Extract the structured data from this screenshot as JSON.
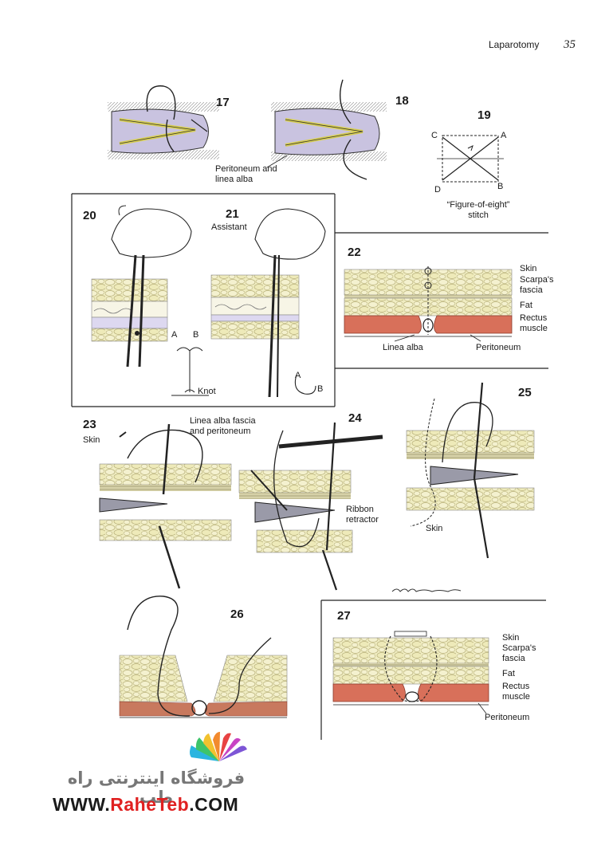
{
  "header": {
    "title": "Laparotomy",
    "page_number": "35"
  },
  "figures": {
    "f17": {
      "number": "17"
    },
    "f18": {
      "number": "18",
      "label": "Peritoneum and\nlinea alba"
    },
    "f19": {
      "number": "19",
      "corners": [
        "C",
        "A",
        "D",
        "B"
      ],
      "caption": "“Figure-of-eight”\nstitch"
    },
    "f20": {
      "number": "20",
      "labels": [
        "A",
        "B",
        "Knot"
      ]
    },
    "f21": {
      "number": "21",
      "label": "Assistant",
      "labels": [
        "A",
        "B"
      ]
    },
    "f22": {
      "number": "22",
      "layers": [
        "Skin",
        "Scarpa's\nfascia",
        "Fat",
        "Rectus\nmuscle",
        "Peritoneum"
      ],
      "label": "Linea alba"
    },
    "f23": {
      "number": "23",
      "labels": [
        "Skin",
        "Linea alba fascia\nand peritoneum"
      ]
    },
    "f24": {
      "number": "24",
      "label": "Ribbon\nretractor"
    },
    "f25": {
      "number": "25",
      "label": "Skin"
    },
    "f26": {
      "number": "26"
    },
    "f27": {
      "number": "27",
      "layers": [
        "Skin",
        "Scarpa's\nfascia",
        "Fat",
        "Rectus\nmuscle",
        "Peritoneum"
      ]
    }
  },
  "watermark": {
    "persian": "فروشگاه اینترنتی راه طب",
    "url_prefix": "WWW.",
    "url_brand": "RaheTeb",
    "url_suffix": ".COM"
  },
  "colors": {
    "fat": "#f0edc2",
    "fat_outline": "#b8b07a",
    "fascia": "#c8c39a",
    "muscle": "#d8705a",
    "ink": "#1a1a1a",
    "tissue_purple": "#c9c3e0"
  }
}
